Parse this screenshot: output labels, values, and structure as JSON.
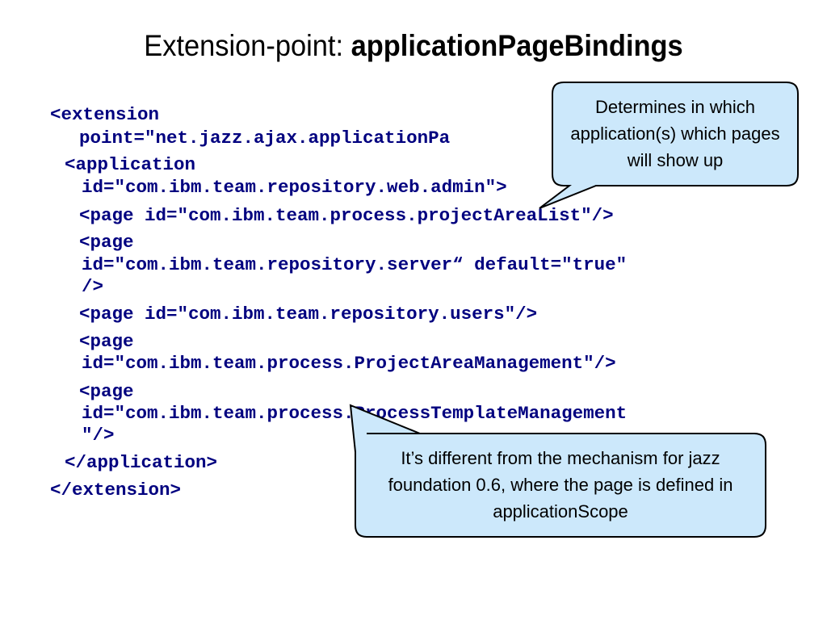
{
  "slide": {
    "title_prefix": "Extension-point: ",
    "title_bold": "applicationPageBindings"
  },
  "code": {
    "lines": [
      "<extension",
      "point=\"net.jazz.ajax.applicationPa",
      "<application",
      "id=\"com.ibm.team.repository.web.admin\">",
      "<page id=\"com.ibm.team.process.projectAreaList\"/>",
      "<page",
      "id=\"com.ibm.team.repository.server“ default=\"true\"",
      "/>",
      "<page id=\"com.ibm.team.repository.users\"/>",
      "<page",
      "id=\"com.ibm.team.process.ProjectAreaManagement\"/>",
      "<page",
      "id=\"com.ibm.team.process.ProcessTemplateManagement",
      "\"/>",
      "</application>",
      "</extension>"
    ]
  },
  "callouts": {
    "top": "Determines in which application(s) which pages will show up",
    "bottom": "It’s different from the mechanism for jazz foundation 0.6, where the page is defined in applicationScope"
  },
  "colors": {
    "code": "#00007f",
    "callout_fill": "#cce8fb",
    "callout_stroke": "#000000"
  }
}
